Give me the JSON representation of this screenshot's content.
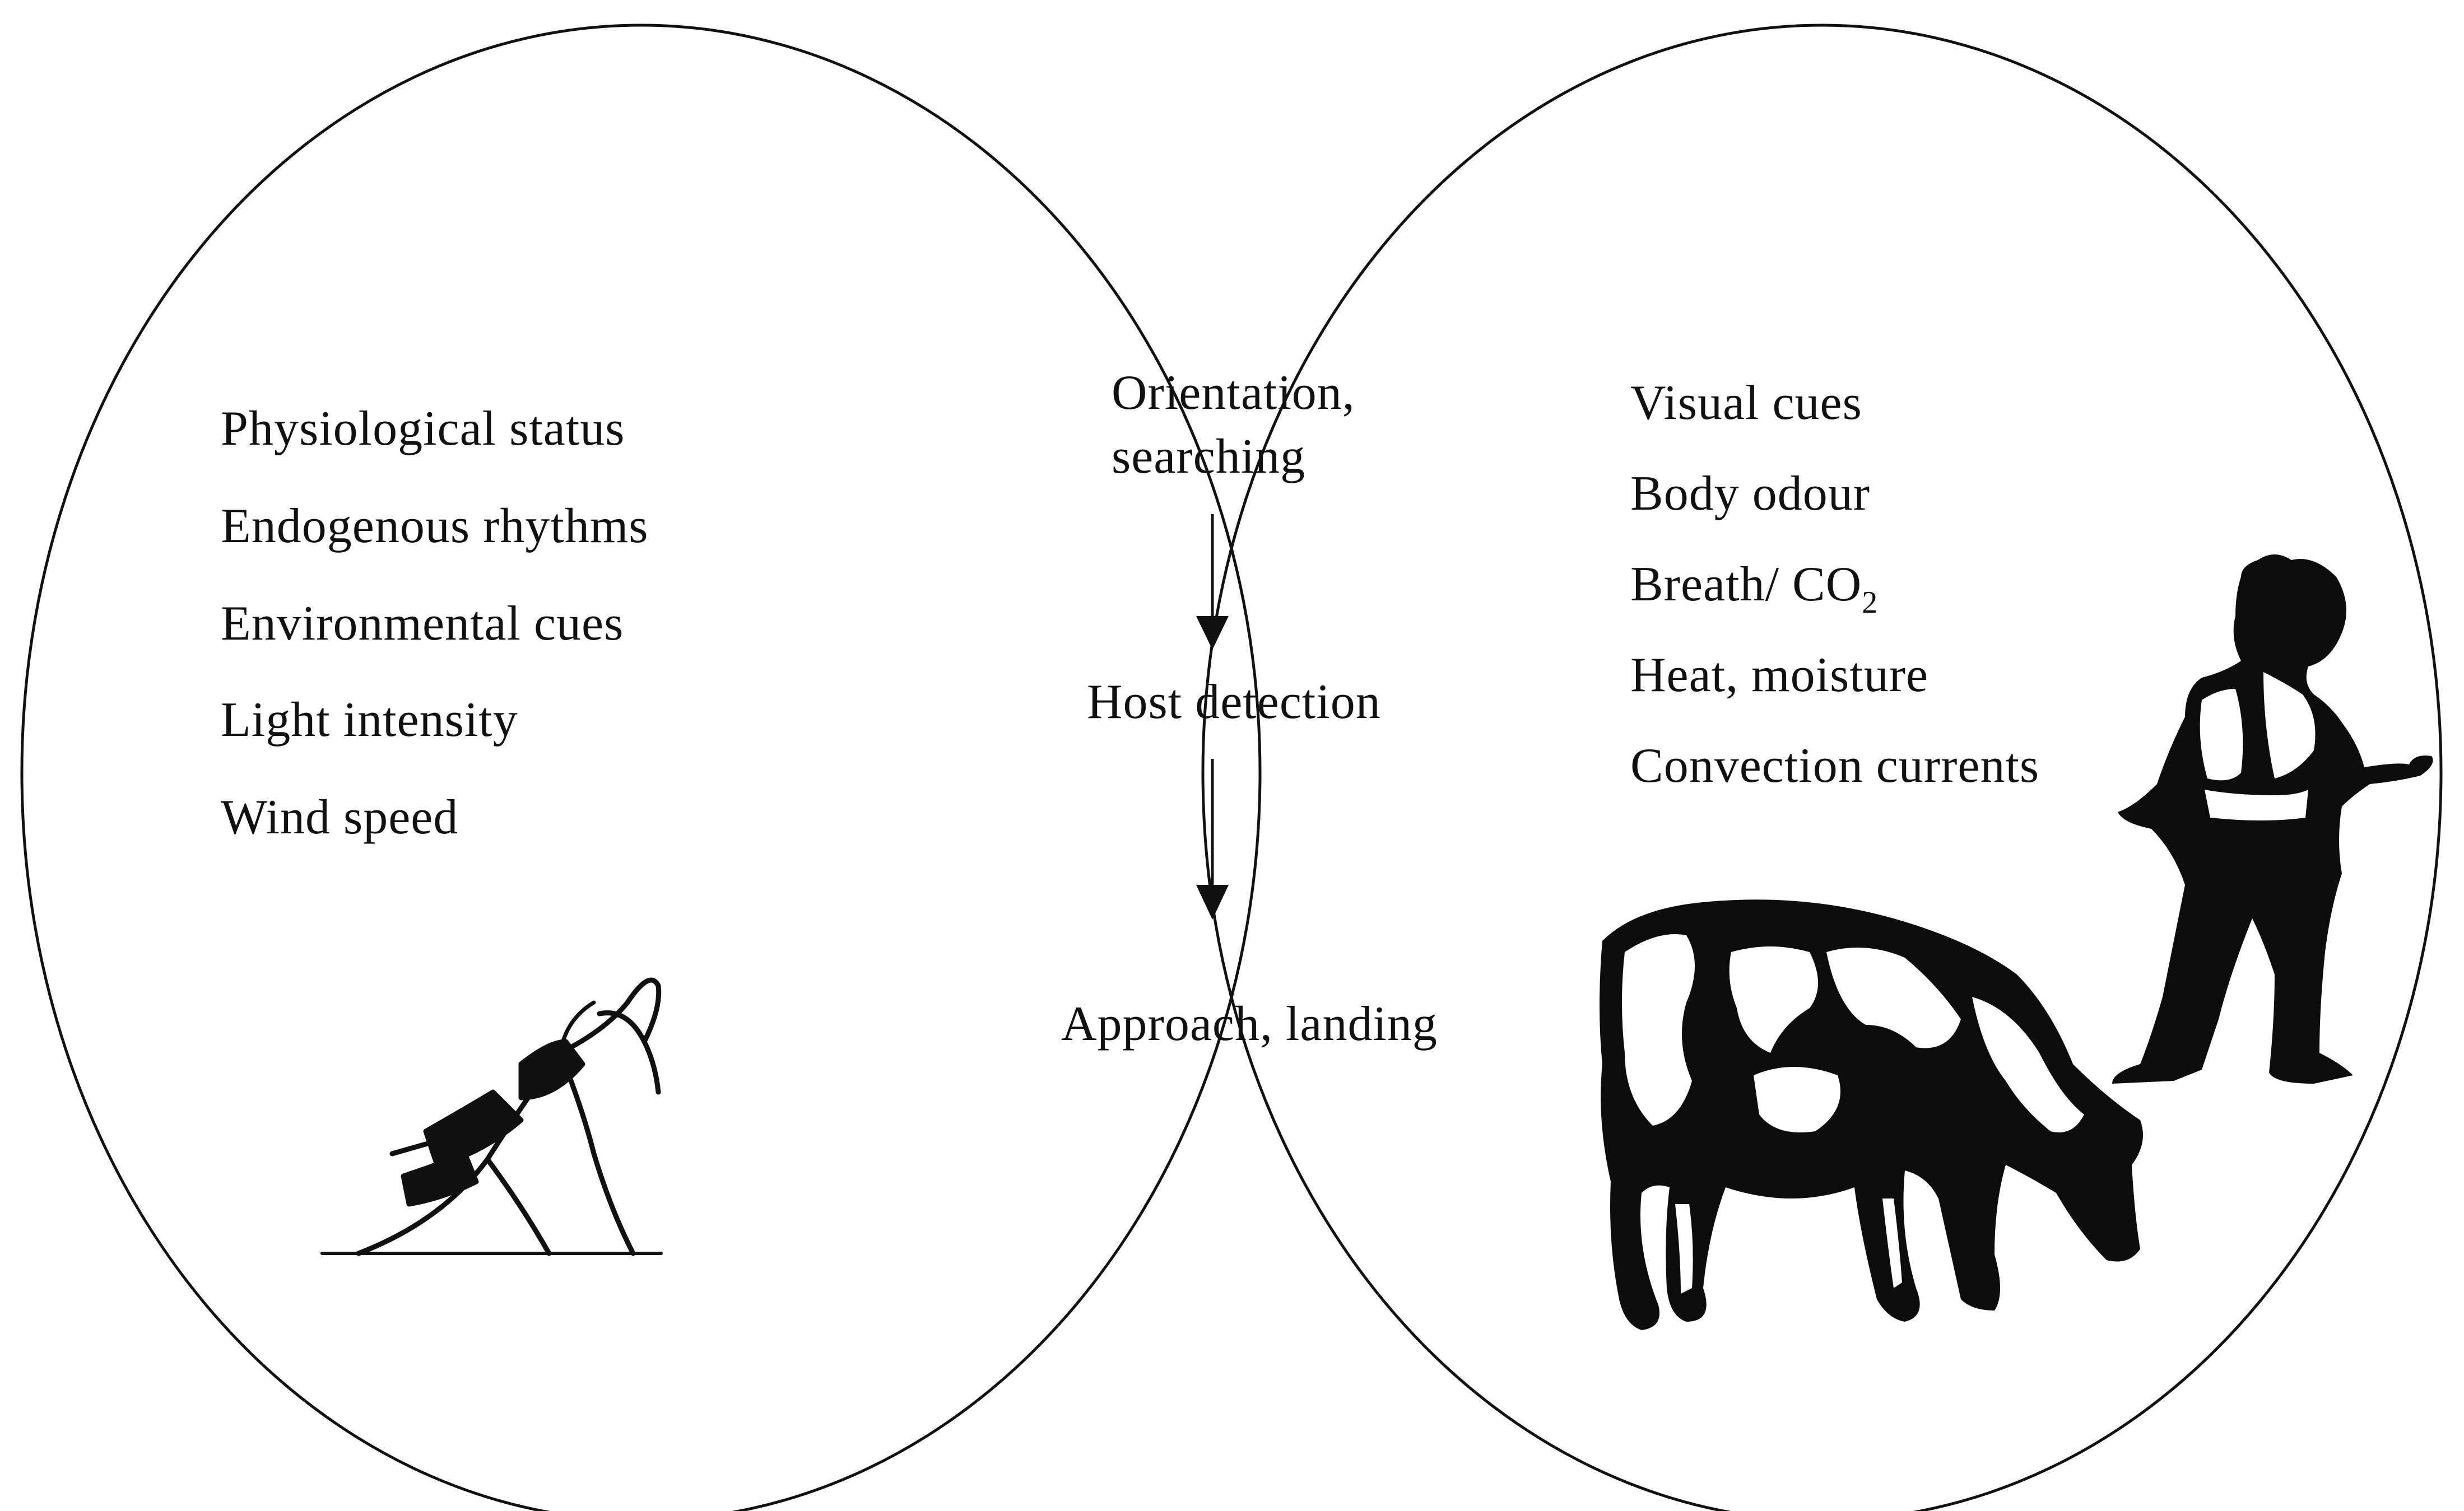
{
  "left_set": {
    "items": [
      "Physiological status",
      "Endogenous rhythms",
      "Environmental cues",
      "Light intensity",
      "Wind speed"
    ],
    "figure_icon": "mosquito-icon"
  },
  "overlap": {
    "steps": [
      "Orientation,",
      "searching",
      "Host detection",
      "Approach, landing"
    ]
  },
  "right_set": {
    "items": [
      "Visual cues",
      "Body odour",
      "Breath/ CO",
      "Heat, moisture",
      "Convection currents"
    ],
    "co2_subscript": "2",
    "figure_icons": [
      "cow-icon",
      "person-icon"
    ]
  },
  "colors": {
    "line": "#111111",
    "fill": "#0d0d0d",
    "background": "#ffffff"
  }
}
